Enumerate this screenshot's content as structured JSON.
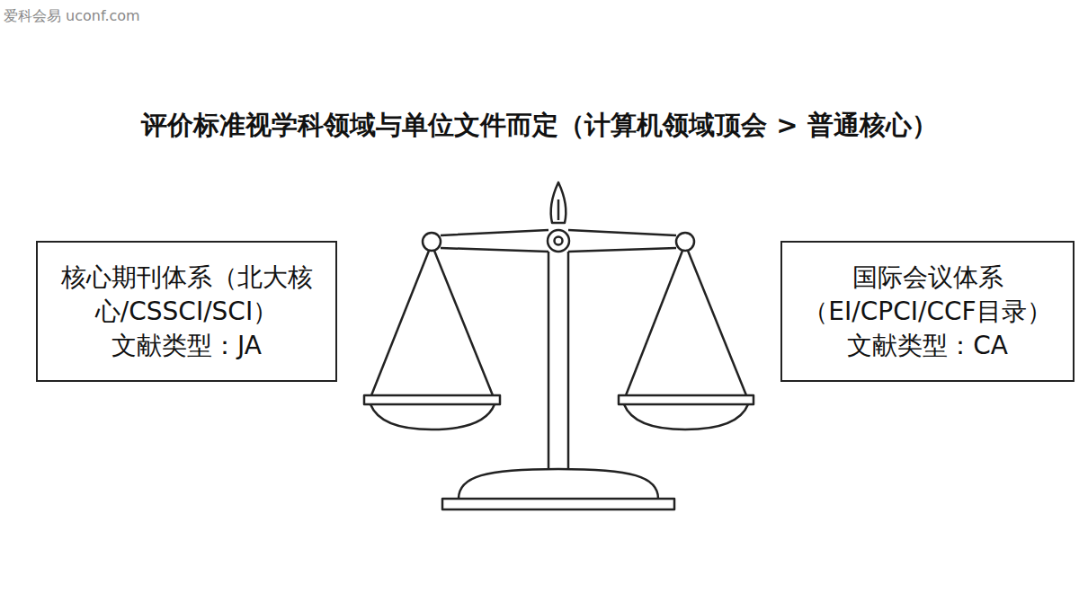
{
  "diagram": {
    "title": "评价标准视学科领域与单位文件而定（计算机领域顶会 > 普通核心）",
    "nodes": [
      {
        "text": [
          "核心期刊体系（北大核心/CSSCI/SCI）",
          "文献类型：JA"
        ]
      },
      {
        "text": [
          "国际会议体系（EI/CPCI/CCF目录）",
          "文献类型：CA"
        ]
      }
    ],
    "labels": [
      "爱科会易 uconf.com"
    ]
  }
}
